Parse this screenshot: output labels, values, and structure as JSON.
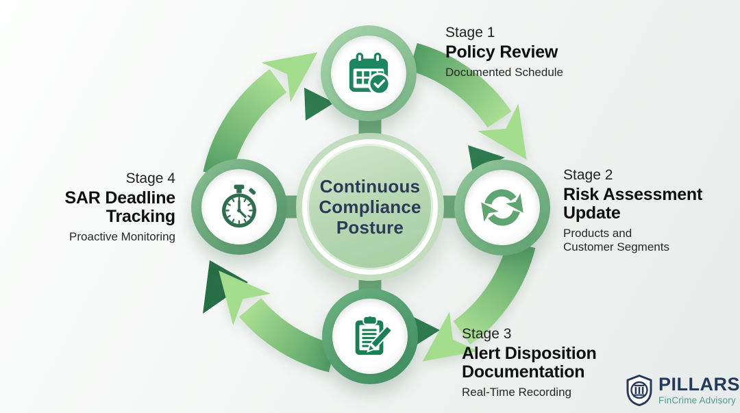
{
  "center": {
    "title": "Continuous Compliance Posture"
  },
  "stages": [
    {
      "label": "Stage 1",
      "title": "Policy Review",
      "subtitle": "Documented Schedule",
      "icon": "calendar-check-icon"
    },
    {
      "label": "Stage 2",
      "title": "Risk Assessment Update",
      "subtitle": "Products and Customer Segments",
      "icon": "refresh-cycle-icon"
    },
    {
      "label": "Stage 3",
      "title": "Alert Disposition Documentation",
      "subtitle": "Real-Time Recording",
      "icon": "clipboard-pen-icon"
    },
    {
      "label": "Stage 4",
      "title": "SAR Deadline Tracking",
      "subtitle": "Proactive Monitoring",
      "icon": "stopwatch-icon"
    }
  ],
  "logo": {
    "name": "PILLARS",
    "tagline": "FinCrime Advisory",
    "icon": "pillars-shield-icon"
  },
  "colors": {
    "arrow_tail_green": "#5aa169",
    "arrow_head_green": "#a5dd8e",
    "connector_green": "#6fab7d",
    "dark_accent_green": "#2e7b50",
    "icon_emerald": "#1d8660",
    "icon_forest": "#2e6e4e",
    "icon_sage": "#5ea571",
    "center_disc_green": "#b5d6b1",
    "center_text_navy": "#2a3a57",
    "logo_navy": "#24395b",
    "logo_teal": "#4e9b8e"
  }
}
